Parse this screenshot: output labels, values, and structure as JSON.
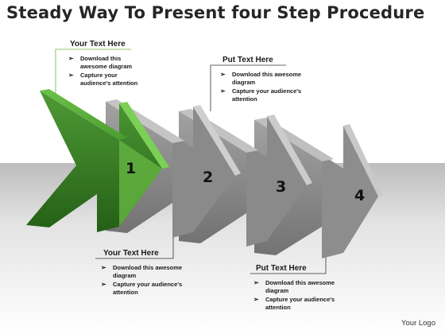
{
  "title": "Steady Way To Present four Step Procedure",
  "steps": [
    {
      "number": "1",
      "color": "#4f9a32"
    },
    {
      "number": "2",
      "color": "#8c8c8c"
    },
    {
      "number": "3",
      "color": "#8c8c8c"
    },
    {
      "number": "4",
      "color": "#8c8c8c"
    }
  ],
  "callouts": [
    {
      "heading": "Your Text Here",
      "bullets": [
        "Download this awesome diagram",
        "Capture your audience's attention"
      ]
    },
    {
      "heading": "Put Text Here",
      "bullets": [
        "Download this awesome diagram",
        "Capture your audience's attention"
      ]
    },
    {
      "heading": "Your Text Here",
      "bullets": [
        "Download this awesome diagram",
        "Capture your audience's attention"
      ]
    },
    {
      "heading": "Put Text Here",
      "bullets": [
        "Download this awesome diagram",
        "Capture your audience's attention"
      ]
    }
  ],
  "bullet_glyph": "➢",
  "logo": "Your Logo"
}
